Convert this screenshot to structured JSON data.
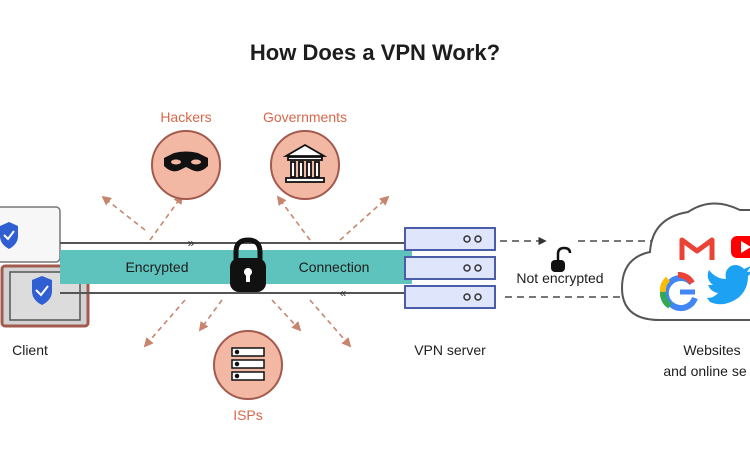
{
  "title": "How Does a VPN Work?",
  "threats": {
    "hackers": "Hackers",
    "governments": "Governments",
    "isps": "ISPs"
  },
  "tunnel": {
    "left_label": "Encrypted",
    "right_label": "Connection"
  },
  "nodes": {
    "client": "Client",
    "vpn_server": "VPN server",
    "websites_line1": "Websites",
    "websites_line2": "and online se"
  },
  "link": {
    "not_encrypted": "Not encrypted"
  },
  "colors": {
    "threat_fill": "#f3b8a4",
    "threat_text": "#d8684a",
    "tunnel_fill": "#5ec3bd",
    "server_fill": "#dfe5fb",
    "server_stroke": "#4b5ca8",
    "client_border": "#a35a4e",
    "shield": "#2f5fd0"
  },
  "icons": {
    "hackers": "masked-face-icon",
    "governments": "government-building-icon",
    "isps": "server-stack-icon",
    "tunnel": "padlock-icon",
    "link": "open-padlock-icon",
    "cloud": "cloud-icon",
    "services": [
      "gmail-icon",
      "youtube-icon",
      "google-icon",
      "twitter-icon"
    ]
  }
}
